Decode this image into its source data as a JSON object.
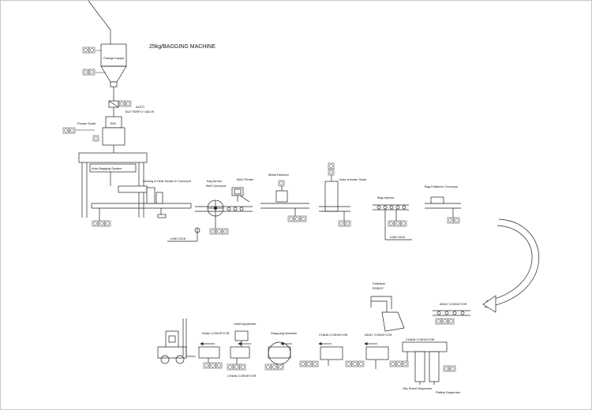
{
  "title": "25kg/BAGGING MACHINE",
  "labels": {
    "charge_hopper": "Charge hopper",
    "auto_butterfly_1": "AUTO",
    "auto_butterfly_2": "BUTTERFLY VALVE",
    "pocket_scale": "Pocket Scale",
    "bin": "BIN",
    "auto_bagging": "Auto Bagging System",
    "sewing": "Sewing & Heat Sealer & Conveyor",
    "bag_former_1": "bag former",
    "bag_former_2": "Belt Conveyor",
    "bag_printer": "BAG Printer",
    "metal_detector": "Metal Detector",
    "auto_checker": "Auto checker Scale",
    "bag_rejector": "Bag rejector",
    "bag_flattener": "Bag Flattener Conveyor",
    "reject_line_1": "LINE-2D/A",
    "reject_line_2": "LINE-2D/A",
    "palletizer_1": "Palletizer",
    "palletizer_2": "ROBOT",
    "array_conveyor_top": "ARAY CONVEYOR",
    "chain_conveyor_a": "CHAIN CONVEYOR",
    "array_conveyor_mid": "ARAY CONVEYOR",
    "chain_conveyor_b": "CHAIN CONVEYOR",
    "wrapping": "Wrapping Machine",
    "label_applicator": "Label Applicator",
    "roller_conveyor": "Roller CONVEYOR",
    "chain_conveyor_bottom": "CHAIN CONVEYOR",
    "slip_sheet": "Slip Sheet Dispenser",
    "pallet_dispenser": "Pallets  Dispenser"
  },
  "colors": {
    "line": "#222222",
    "frame": "#c8c8c8",
    "background": "#ffffff"
  }
}
